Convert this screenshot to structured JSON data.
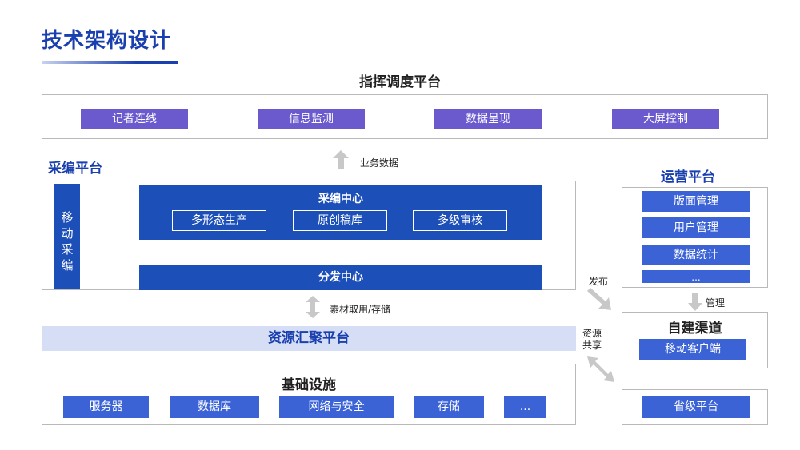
{
  "page": {
    "title": "技术架构设计"
  },
  "command_platform": {
    "title": "指挥调度平台",
    "items": [
      "记者连线",
      "信息监测",
      "数据呈现",
      "大屏控制"
    ]
  },
  "editing_platform": {
    "title": "采编平台",
    "mobile_editing": "移动采编",
    "center": {
      "title": "采编中心",
      "items": [
        "多形态生产",
        "原创稿库",
        "多级审核"
      ]
    },
    "distribution": "分发中心"
  },
  "arrows": {
    "business_data": "业务数据",
    "material": "素材取用/存储",
    "publish": "发布",
    "manage": "管理",
    "resource_share": "资源共享"
  },
  "resource_platform": {
    "title": "资源汇聚平台"
  },
  "infrastructure": {
    "title": "基础设施",
    "items": [
      "服务器",
      "数据库",
      "网络与安全",
      "存储",
      "..."
    ]
  },
  "operation_platform": {
    "title": "运营平台",
    "items": [
      "版面管理",
      "用户管理",
      "数据统计",
      "..."
    ]
  },
  "self_channel": {
    "title": "自建渠道",
    "items": [
      "移动客户端"
    ]
  },
  "provincial": {
    "label": "省级平台"
  },
  "colors": {
    "primary": "#1a3fae",
    "purple": "#6a5acd",
    "blue": "#3b63d6",
    "dark_blue": "#1d4fb8",
    "band": "#d6def5"
  }
}
